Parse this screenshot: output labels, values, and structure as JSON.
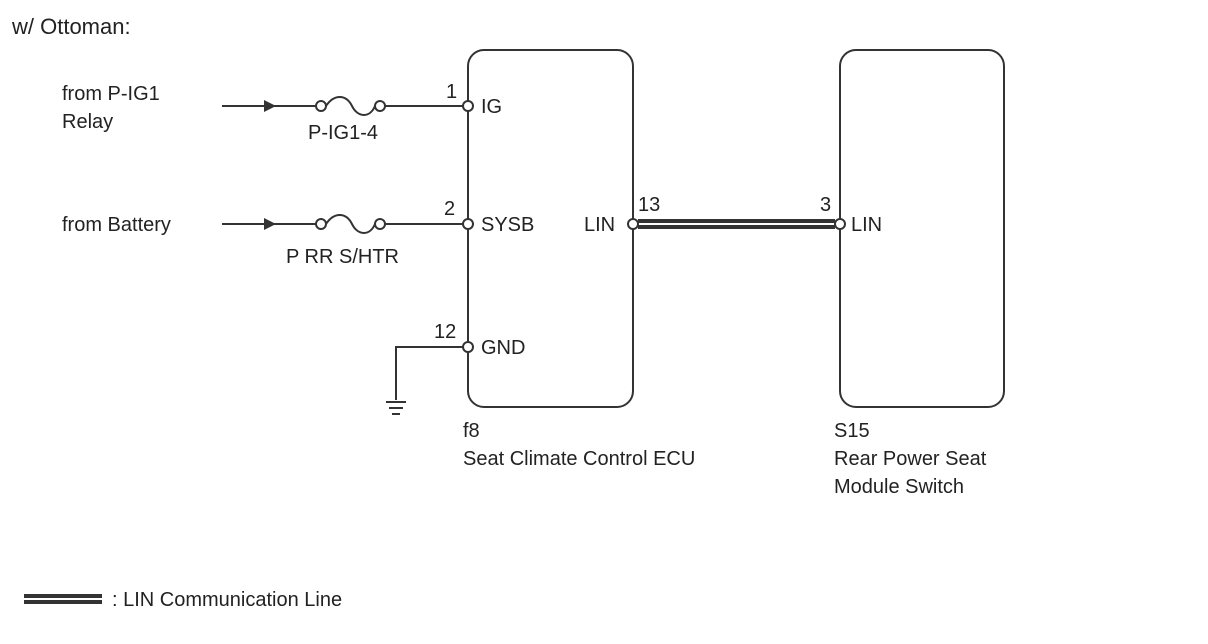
{
  "header": {
    "variant_label": "w/ Ottoman:"
  },
  "sources": {
    "pig1": {
      "line1": "from P-IG1",
      "line2": "Relay"
    },
    "battery": {
      "label": "from Battery"
    }
  },
  "fuses": {
    "pig1": {
      "label": "P-IG1-4"
    },
    "battery": {
      "label": "P RR S/HTR"
    }
  },
  "ecu": {
    "connector_id": "f8",
    "name": "Seat Climate Control ECU",
    "pins": [
      {
        "number": "1",
        "name": "IG"
      },
      {
        "number": "2",
        "name": "SYSB"
      },
      {
        "number": "12",
        "name": "GND"
      },
      {
        "number": "13",
        "name": "LIN"
      }
    ]
  },
  "switch": {
    "connector_id": "S15",
    "name_line1": "Rear Power Seat",
    "name_line2": "Module Switch",
    "pins": [
      {
        "number": "3",
        "name": "LIN"
      }
    ]
  },
  "legend": {
    "lin_label": ": LIN Communication Line"
  },
  "colors": {
    "ink": "#333333",
    "background": "#ffffff"
  }
}
